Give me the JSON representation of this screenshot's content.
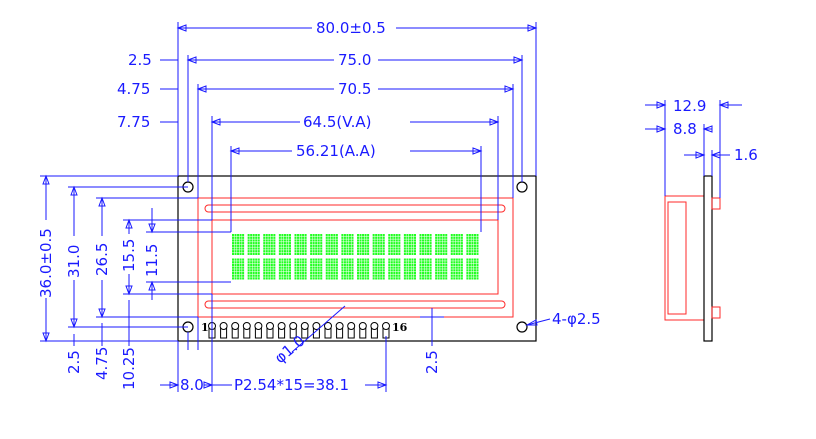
{
  "drawing": {
    "colors": {
      "dimension": "#1a1aff",
      "outline": "#000000",
      "bezel": "#ff2a2a",
      "pixels": "#22ff22"
    },
    "top_dims": {
      "overall": "80.0±0.5",
      "hole_pitch": "75.0",
      "bezel": "70.5",
      "va": "64.5(V.A)",
      "aa": "56.21(A.A)"
    },
    "left_offsets": {
      "hole": "2.5",
      "bezel": "4.75",
      "va": "7.75"
    },
    "vertical_dims": {
      "overall": "36.0±0.5",
      "hole_pitch": "31.0",
      "bezel": "26.5",
      "va": "15.5",
      "aa": "11.5"
    },
    "bottom_dims": {
      "hole": "2.5",
      "bezel": "4.75",
      "va": "10.25",
      "right_hole": "2.5",
      "pin_offset": "8.0",
      "pin_pitch": "P2.54*15=38.1"
    },
    "callouts": {
      "mount_hole": "4-φ2.5",
      "pin_dia": "φ1.0",
      "pin_first": "1",
      "pin_last": "16"
    },
    "side_view": {
      "depth": "12.9",
      "module": "8.8",
      "pcb": "1.6"
    },
    "character_grid": {
      "columns": 16,
      "rows": 2
    }
  }
}
